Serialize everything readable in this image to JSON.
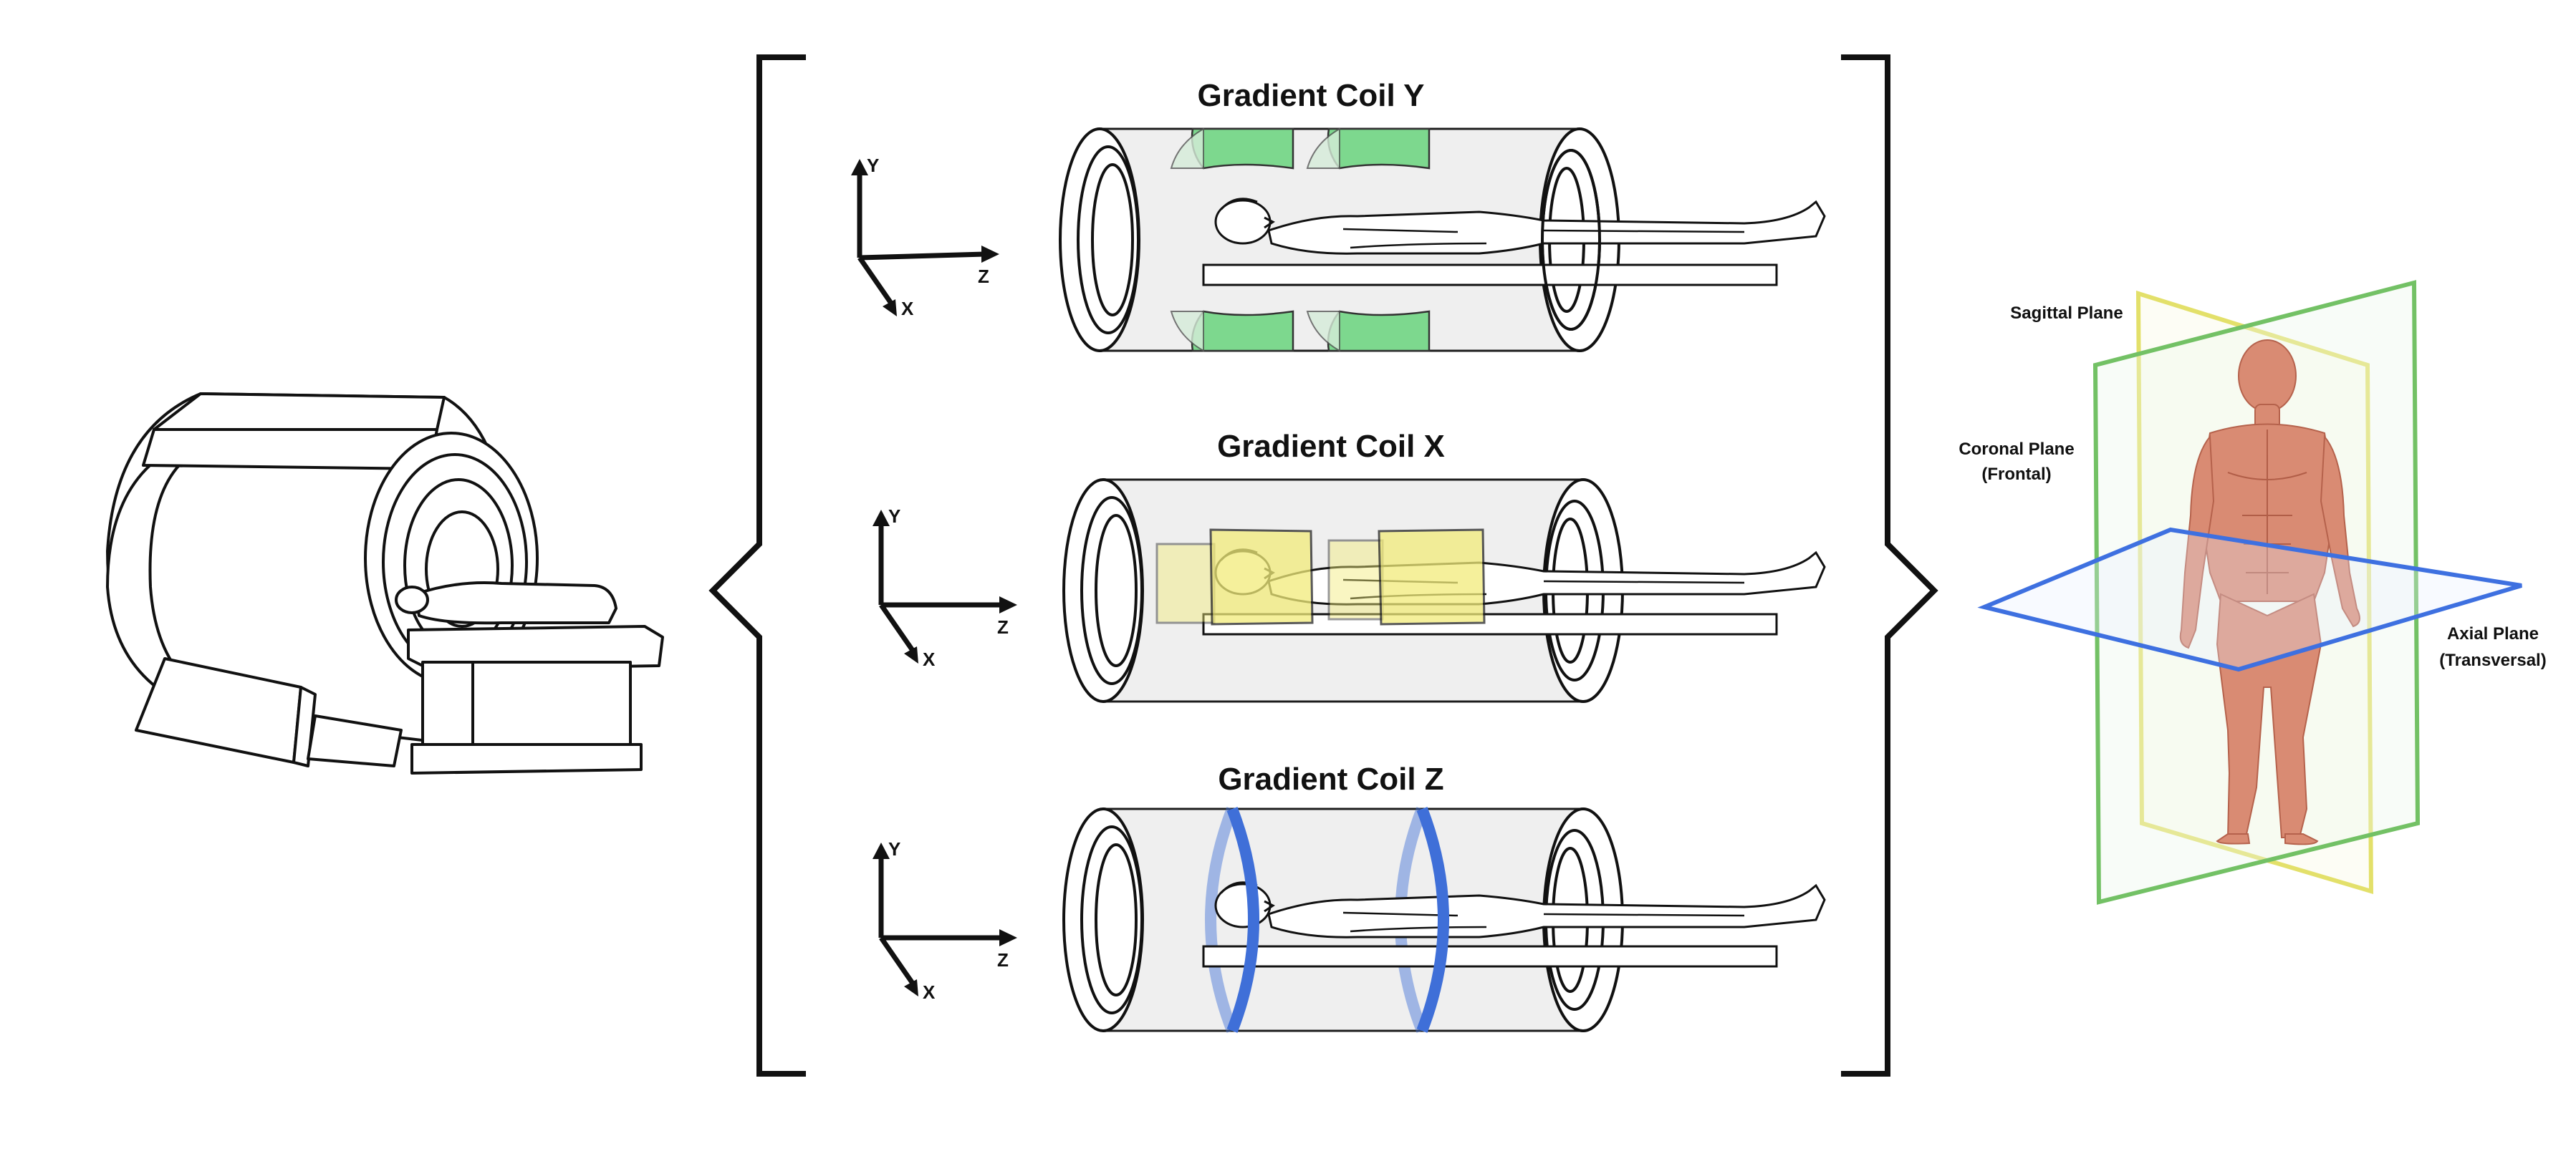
{
  "panels": [
    {
      "title": "Gradient Coil Y",
      "coil": "y",
      "axes": {
        "y": "Y",
        "z": "Z",
        "x": "X"
      }
    },
    {
      "title": "Gradient Coil X",
      "coil": "x",
      "axes": {
        "y": "Y",
        "z": "Z",
        "x": "X"
      }
    },
    {
      "title": "Gradient Coil Z",
      "coil": "z",
      "axes": {
        "y": "Y",
        "z": "Z",
        "x": "X"
      }
    }
  ],
  "planes": {
    "sagittal": "Sagittal Plane",
    "coronal_line1": "Coronal Plane",
    "coronal_line2": "(Frontal)",
    "axial_line1": "Axial Plane",
    "axial_line2": "(Transversal)"
  },
  "colors": {
    "coil_y": "#7dd88e",
    "coil_x": "#f2ec7a",
    "coil_z": "#3f6fd8",
    "sagittal_plane": "#e3e06a",
    "coronal_plane": "#73c165",
    "axial_plane": "#3e70e0",
    "skin": "#d98b73",
    "line": "#111111",
    "tube_fill": "#efefef"
  },
  "icons": [
    "mri-scanner-icon",
    "human-anatomy-icon",
    "patient-icon"
  ]
}
